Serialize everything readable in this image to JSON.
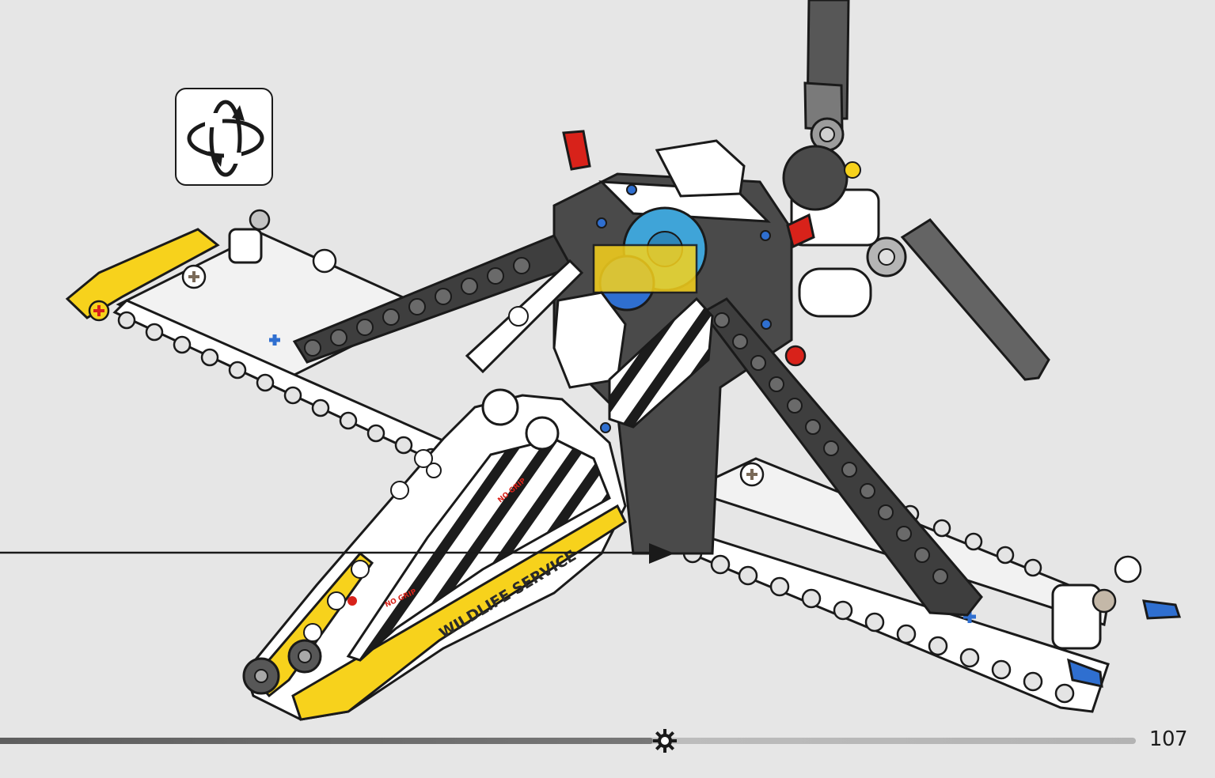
{
  "page": {
    "number": "107",
    "progress_fraction": 0.575
  },
  "icons": {
    "rotate_model": "rotate-model-icon",
    "progress_marker": "gear-icon",
    "callout_arrow": "arrow-right-icon"
  },
  "stickers": {
    "tail_text": "WILDLIFE SERVICE",
    "warning_label": "NO GRIP",
    "warning_label_2": "NO GRIP"
  },
  "colors": {
    "background": "#e6e6e6",
    "brick_white": "#ffffff",
    "brick_yellow": "#f7d21c",
    "brick_dark_gray": "#4a4a4a",
    "brick_gray": "#9c9c9c",
    "brick_blue": "#2f6fd0",
    "brick_azure": "#3fa4d8",
    "brick_red": "#d8221a",
    "outline": "#1a1a1a"
  }
}
